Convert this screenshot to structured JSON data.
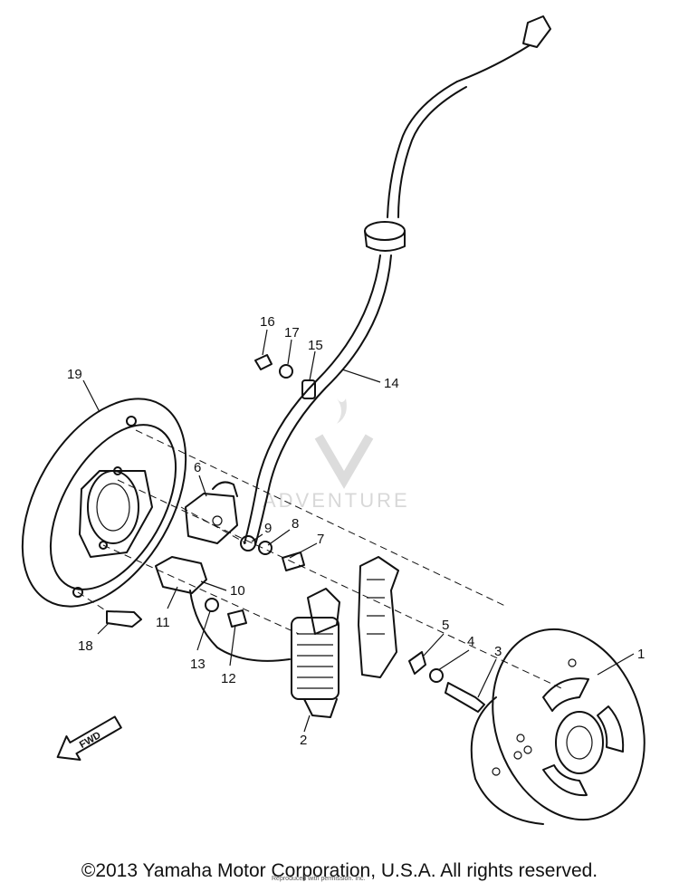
{
  "parts": [
    {
      "num": "1"
    },
    {
      "num": "2"
    },
    {
      "num": "3"
    },
    {
      "num": "4"
    },
    {
      "num": "5"
    },
    {
      "num": "6"
    },
    {
      "num": "7"
    },
    {
      "num": "8"
    },
    {
      "num": "9"
    },
    {
      "num": "10"
    },
    {
      "num": "11"
    },
    {
      "num": "12"
    },
    {
      "num": "13"
    },
    {
      "num": "14"
    },
    {
      "num": "15"
    },
    {
      "num": "16"
    },
    {
      "num": "17"
    },
    {
      "num": "18"
    },
    {
      "num": "19"
    }
  ],
  "direction_label": "FWD",
  "watermark": "ADVENTURE",
  "copyright": "©2013 Yamaha Motor Corporation, U.S.A. All rights reserved.",
  "fineprint": "Reproduced with permission. Inc."
}
